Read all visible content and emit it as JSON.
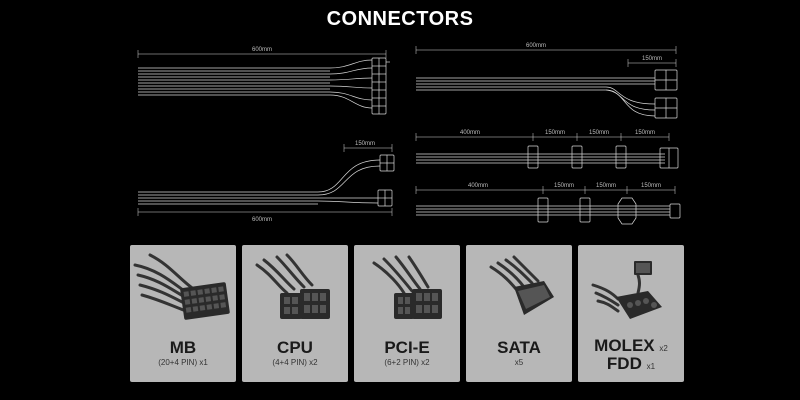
{
  "title": "CONNECTORS",
  "dimensions": {
    "mb_top": "600mm",
    "mb_bottom": "600mm",
    "cpu_branch": "150mm",
    "pcie_top": "600mm",
    "pcie_branch": "150mm",
    "sata_main": "400mm",
    "sata_seg1": "150mm",
    "sata_seg2": "150mm",
    "sata_seg3": "150mm",
    "molex_main": "400mm",
    "molex_seg1": "150mm",
    "molex_seg2": "150mm",
    "molex_seg3": "150mm"
  },
  "cards": [
    {
      "name": "MB",
      "sub": "(20+4 PIN) x1"
    },
    {
      "name": "CPU",
      "sub": "(4+4 PIN) x2"
    },
    {
      "name": "PCI-E",
      "sub": "(6+2 PIN) x2"
    },
    {
      "name": "SATA",
      "sub": "x5"
    },
    {
      "name": "MOLEX",
      "qty": "x2",
      "name2": "FDD",
      "qty2": "x1"
    }
  ],
  "colors": {
    "background": "#000000",
    "card": "#b7b7b7",
    "line": "#d8d8d8"
  }
}
